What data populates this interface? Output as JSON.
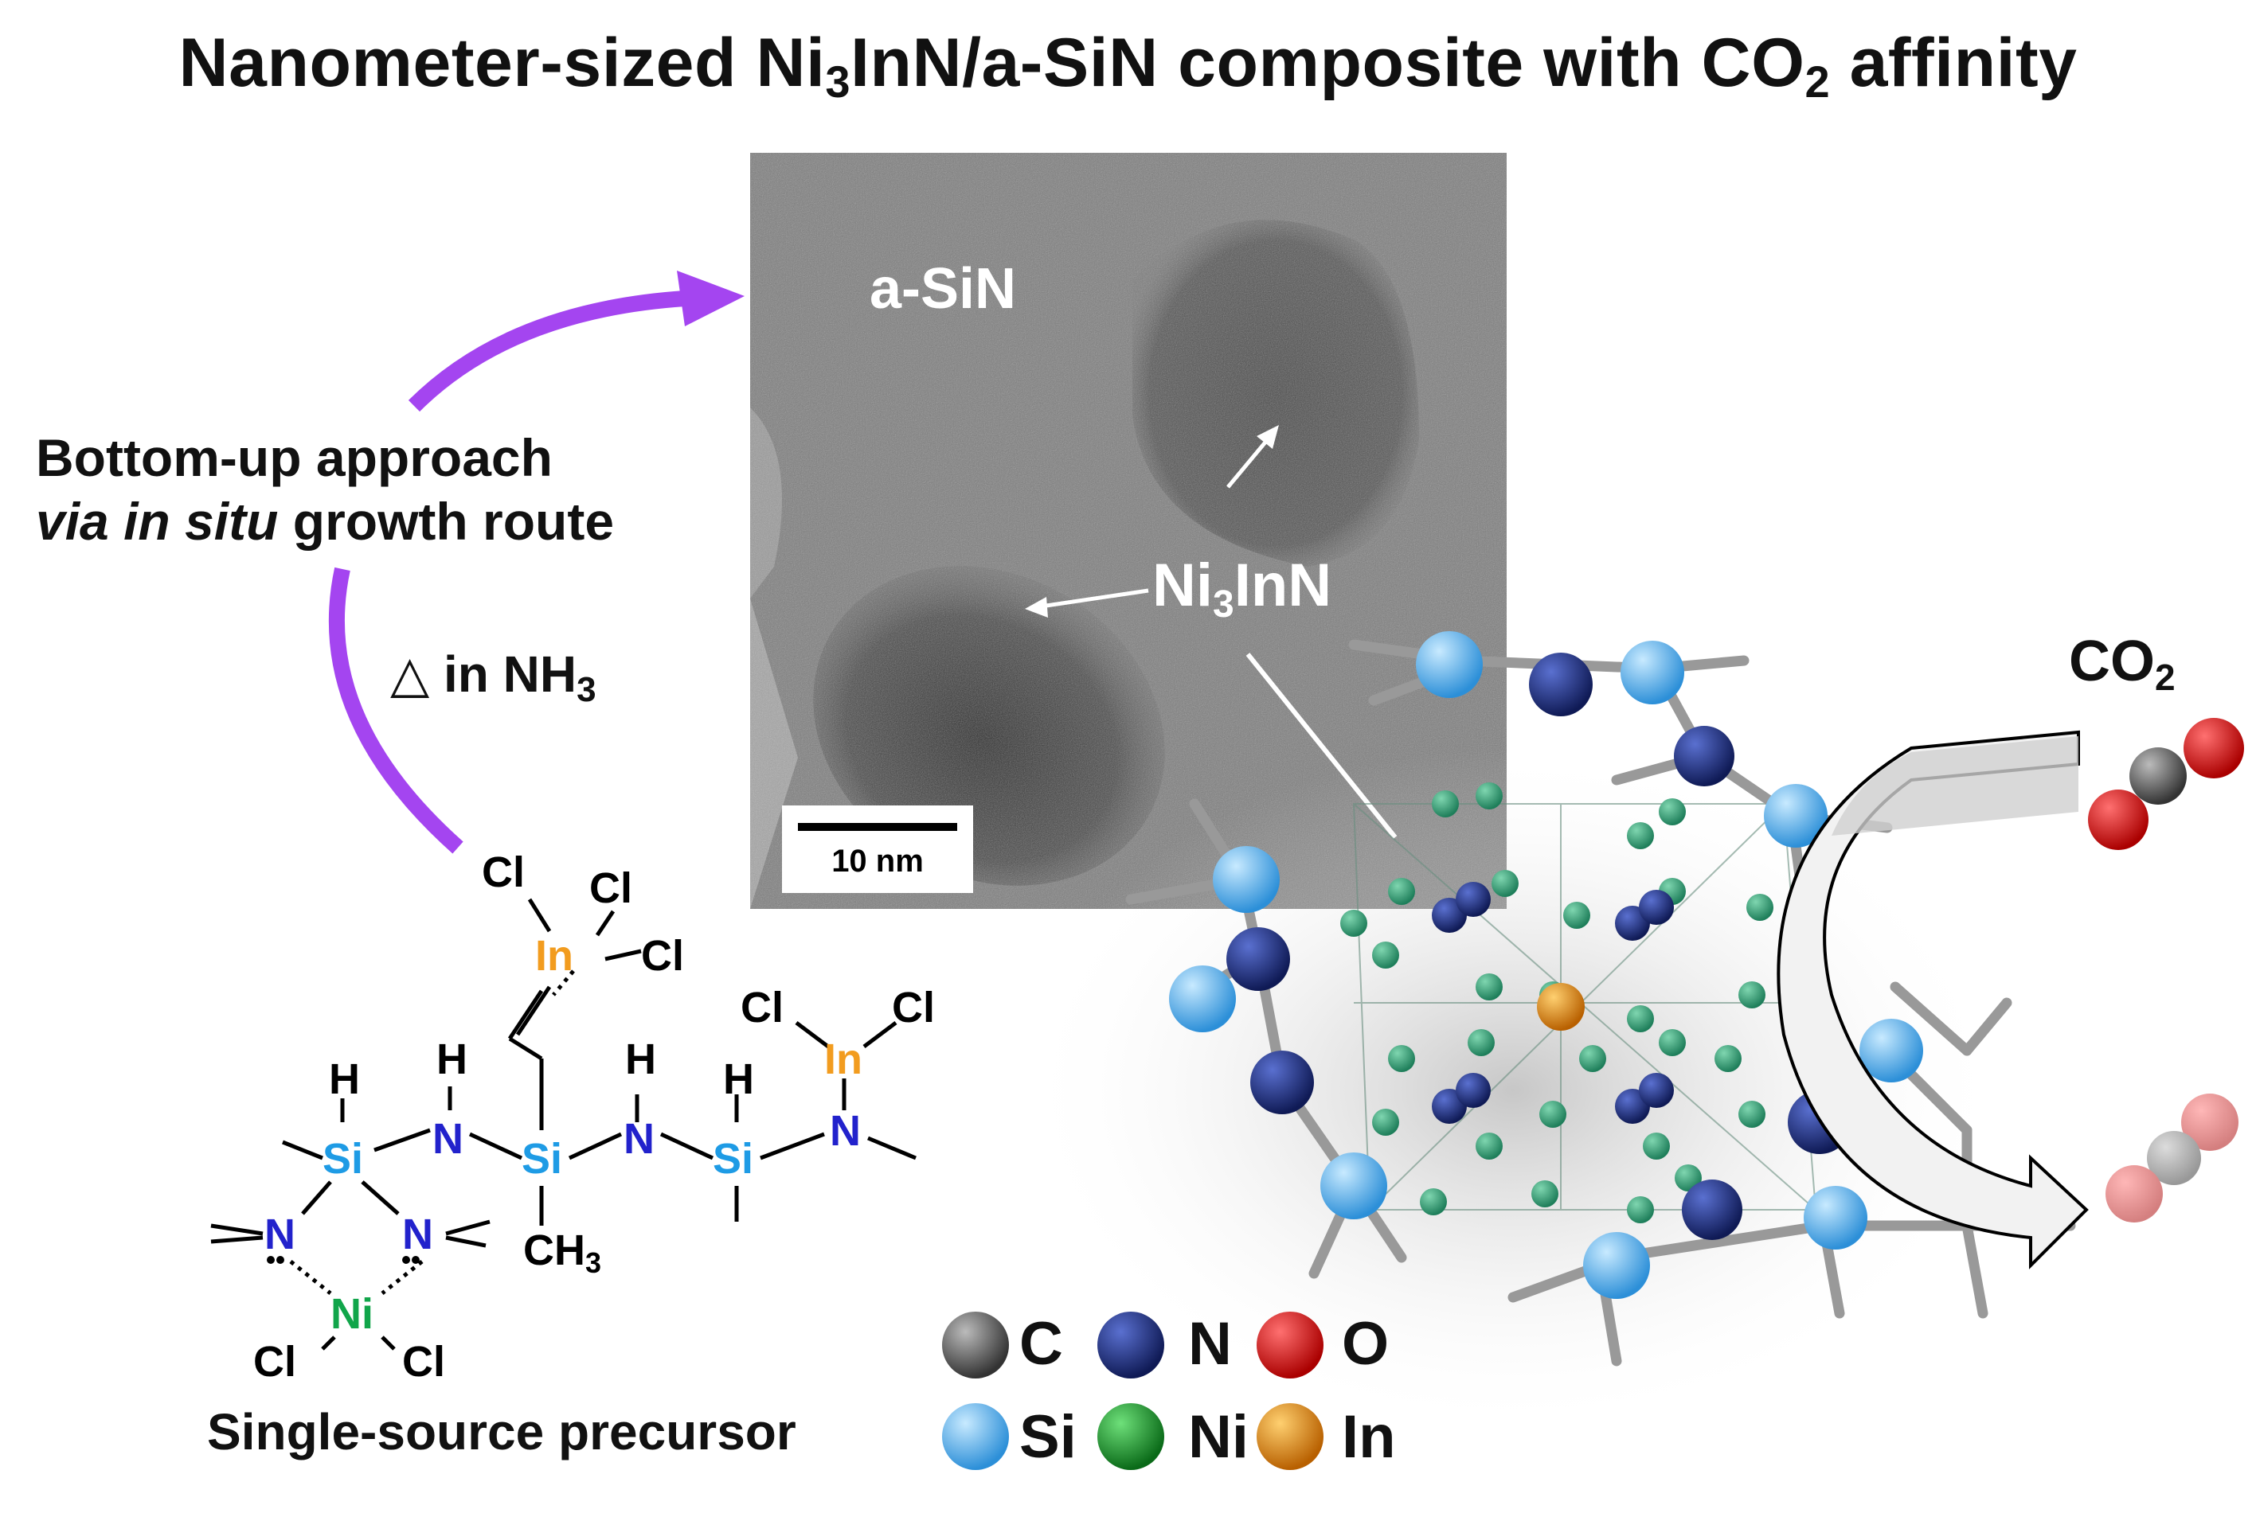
{
  "title": {
    "main": "Nanometer-sized Ni",
    "sub1": "3",
    "mid": "InN/a-SiN composite with CO",
    "sub2": "2",
    "end": " affinity"
  },
  "tem": {
    "asin_label": "a-SiN",
    "ni3inn_label_a": "Ni",
    "ni3inn_label_sub": "3",
    "ni3inn_label_b": "InN",
    "scale_bar": "10 nm"
  },
  "approach": {
    "line1": "Bottom-up approach",
    "line2_italic": "via in situ",
    "line2_rest": " growth route"
  },
  "heat": {
    "symbol": "△",
    "text": " in NH",
    "sub": "3"
  },
  "precursor": {
    "label": "Single-source precursor",
    "atoms": {
      "cl": "Cl",
      "in": "In",
      "si": "Si",
      "n": "N",
      "ni": "Ni",
      "h": "H",
      "ch": "CH",
      "ch_sub": "3"
    }
  },
  "co2": {
    "text": "CO",
    "sub": "2"
  },
  "legend": [
    {
      "symbol": "C",
      "color": "#555555"
    },
    {
      "symbol": "N",
      "color": "#1b2a78"
    },
    {
      "symbol": "O",
      "color": "#e01010"
    },
    {
      "symbol": "Si",
      "color": "#3fa9f5"
    },
    {
      "symbol": "Ni",
      "color": "#1a9a2c"
    },
    {
      "symbol": "In",
      "color": "#f0950e"
    }
  ],
  "colors": {
    "arrow_purple": "#a445f0",
    "si_blue": "#1e9be5",
    "n_blue": "#2222cc",
    "ni_green": "#11a54a",
    "in_orange": "#f29c1f"
  }
}
